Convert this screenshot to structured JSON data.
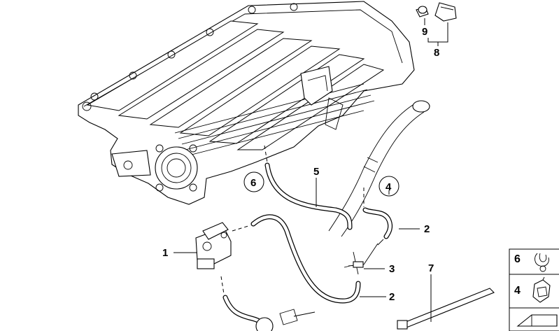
{
  "callouts": {
    "c1": "1",
    "c2a": "2",
    "c2b": "2",
    "c3": "3",
    "c4": "4",
    "c5": "5",
    "c6": "6",
    "c7": "7",
    "c8": "8",
    "c9": "9"
  },
  "legend": {
    "row6": "6",
    "row4": "4"
  }
}
